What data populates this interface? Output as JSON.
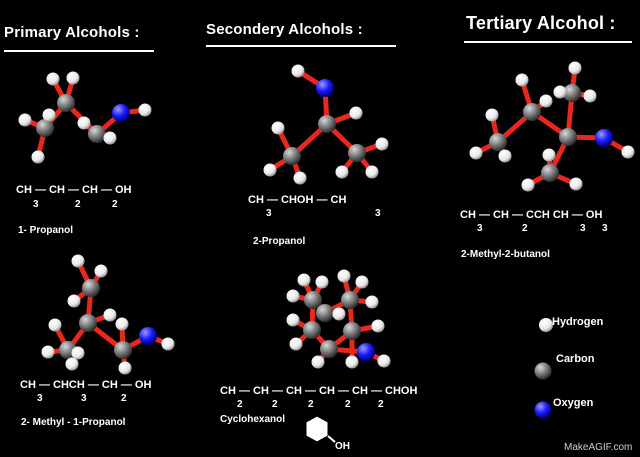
{
  "headers": {
    "primary": "Primary Alcohols :",
    "secondary": "Secondery Alcohols :",
    "tertiary": "Tertiary Alcohol :"
  },
  "molecules": {
    "propanol1": {
      "formula": "CH — CH — CH — OH",
      "subs": [
        "3",
        "2",
        "2"
      ],
      "name": "1- Propanol"
    },
    "propanol2": {
      "formula": "CH — CHOH — CH",
      "subs": [
        "3",
        "3"
      ],
      "name": "2-Propanol"
    },
    "methylbutanol": {
      "formula": "CH — CH — CCH CH — OH",
      "subs": [
        "3",
        "2",
        "3",
        "3"
      ],
      "name": "2-Methyl-2-butanol"
    },
    "methylpropanol": {
      "formula": "CH — CHCH — CH — OH",
      "subs": [
        "3",
        "3",
        "2"
      ],
      "name": "2- Methyl - 1-Propanol"
    },
    "cyclohexanol": {
      "formula": "CH — CH — CH — CH — CH — CHOH",
      "subs": [
        "2",
        "2",
        "2",
        "2",
        "2"
      ],
      "name": "Cyclohexanol",
      "ring_label": "OH"
    }
  },
  "legend": [
    {
      "label": "Hydrogen",
      "color": "#ffffff"
    },
    {
      "label": "Carbon",
      "color": "#8a8a8a"
    },
    {
      "label": "Oxygen",
      "color": "#1a1aff"
    }
  ],
  "colors": {
    "bond": "#e8281e",
    "hydrogen": "#ffffff",
    "carbon": "#8a8a8a",
    "oxygen": "#1a1aff"
  },
  "watermark": "MakeAGIF.com"
}
